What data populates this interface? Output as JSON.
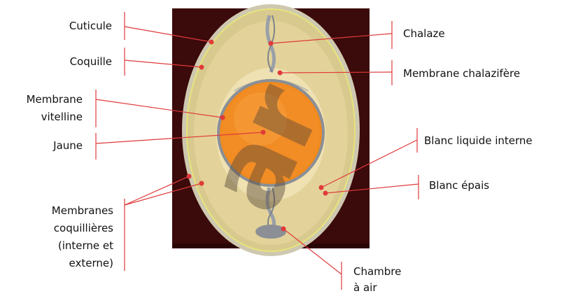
{
  "colors": {
    "background": "#3b0a0a",
    "shell": "#cfc8b0",
    "albumen": "#e3d39a",
    "yolk": "#f08a1e",
    "leader": "#e03a3a",
    "watermark": "#5a4a3a"
  },
  "watermark": "ar",
  "labels": {
    "cuticule": "Cuticule",
    "coquille": "Coquille",
    "membrane_vitelline": [
      "Membrane",
      "vitelline"
    ],
    "jaune": "Jaune",
    "membranes_coquilleres": [
      "Membranes",
      "coquillières",
      "(interne et",
      "externe)"
    ],
    "chalaze": "Chalaze",
    "membrane_chalazifere": "Membrane chalazifère",
    "blanc_liquide": "Blanc liquide interne",
    "blanc_epais": "Blanc épais",
    "chambre_air": [
      "Chambre",
      "à air"
    ]
  }
}
